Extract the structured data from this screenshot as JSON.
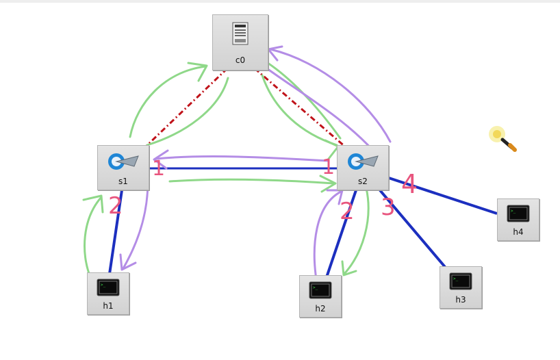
{
  "nodes": {
    "c0": "c0",
    "s1": "s1",
    "s2": "s2",
    "h1": "h1",
    "h2": "h2",
    "h3": "h3",
    "h4": "h4"
  },
  "port_labels": {
    "s1_p1": "1",
    "s1_p2": "2",
    "s2_p1": "1",
    "s2_p2": "2",
    "s2_p3": "3",
    "s2_p4": "4"
  },
  "colors": {
    "link": "#1c2fbf",
    "control_link": "#c0131a",
    "annotation_green": "#8fd889",
    "annotation_purple": "#b48de6",
    "annotation_pink": "#e8557e"
  },
  "icons": {
    "controller": "server-icon",
    "switch": "switch-icon",
    "host": "terminal-icon",
    "cursor": "paintbrush-cursor-icon"
  }
}
